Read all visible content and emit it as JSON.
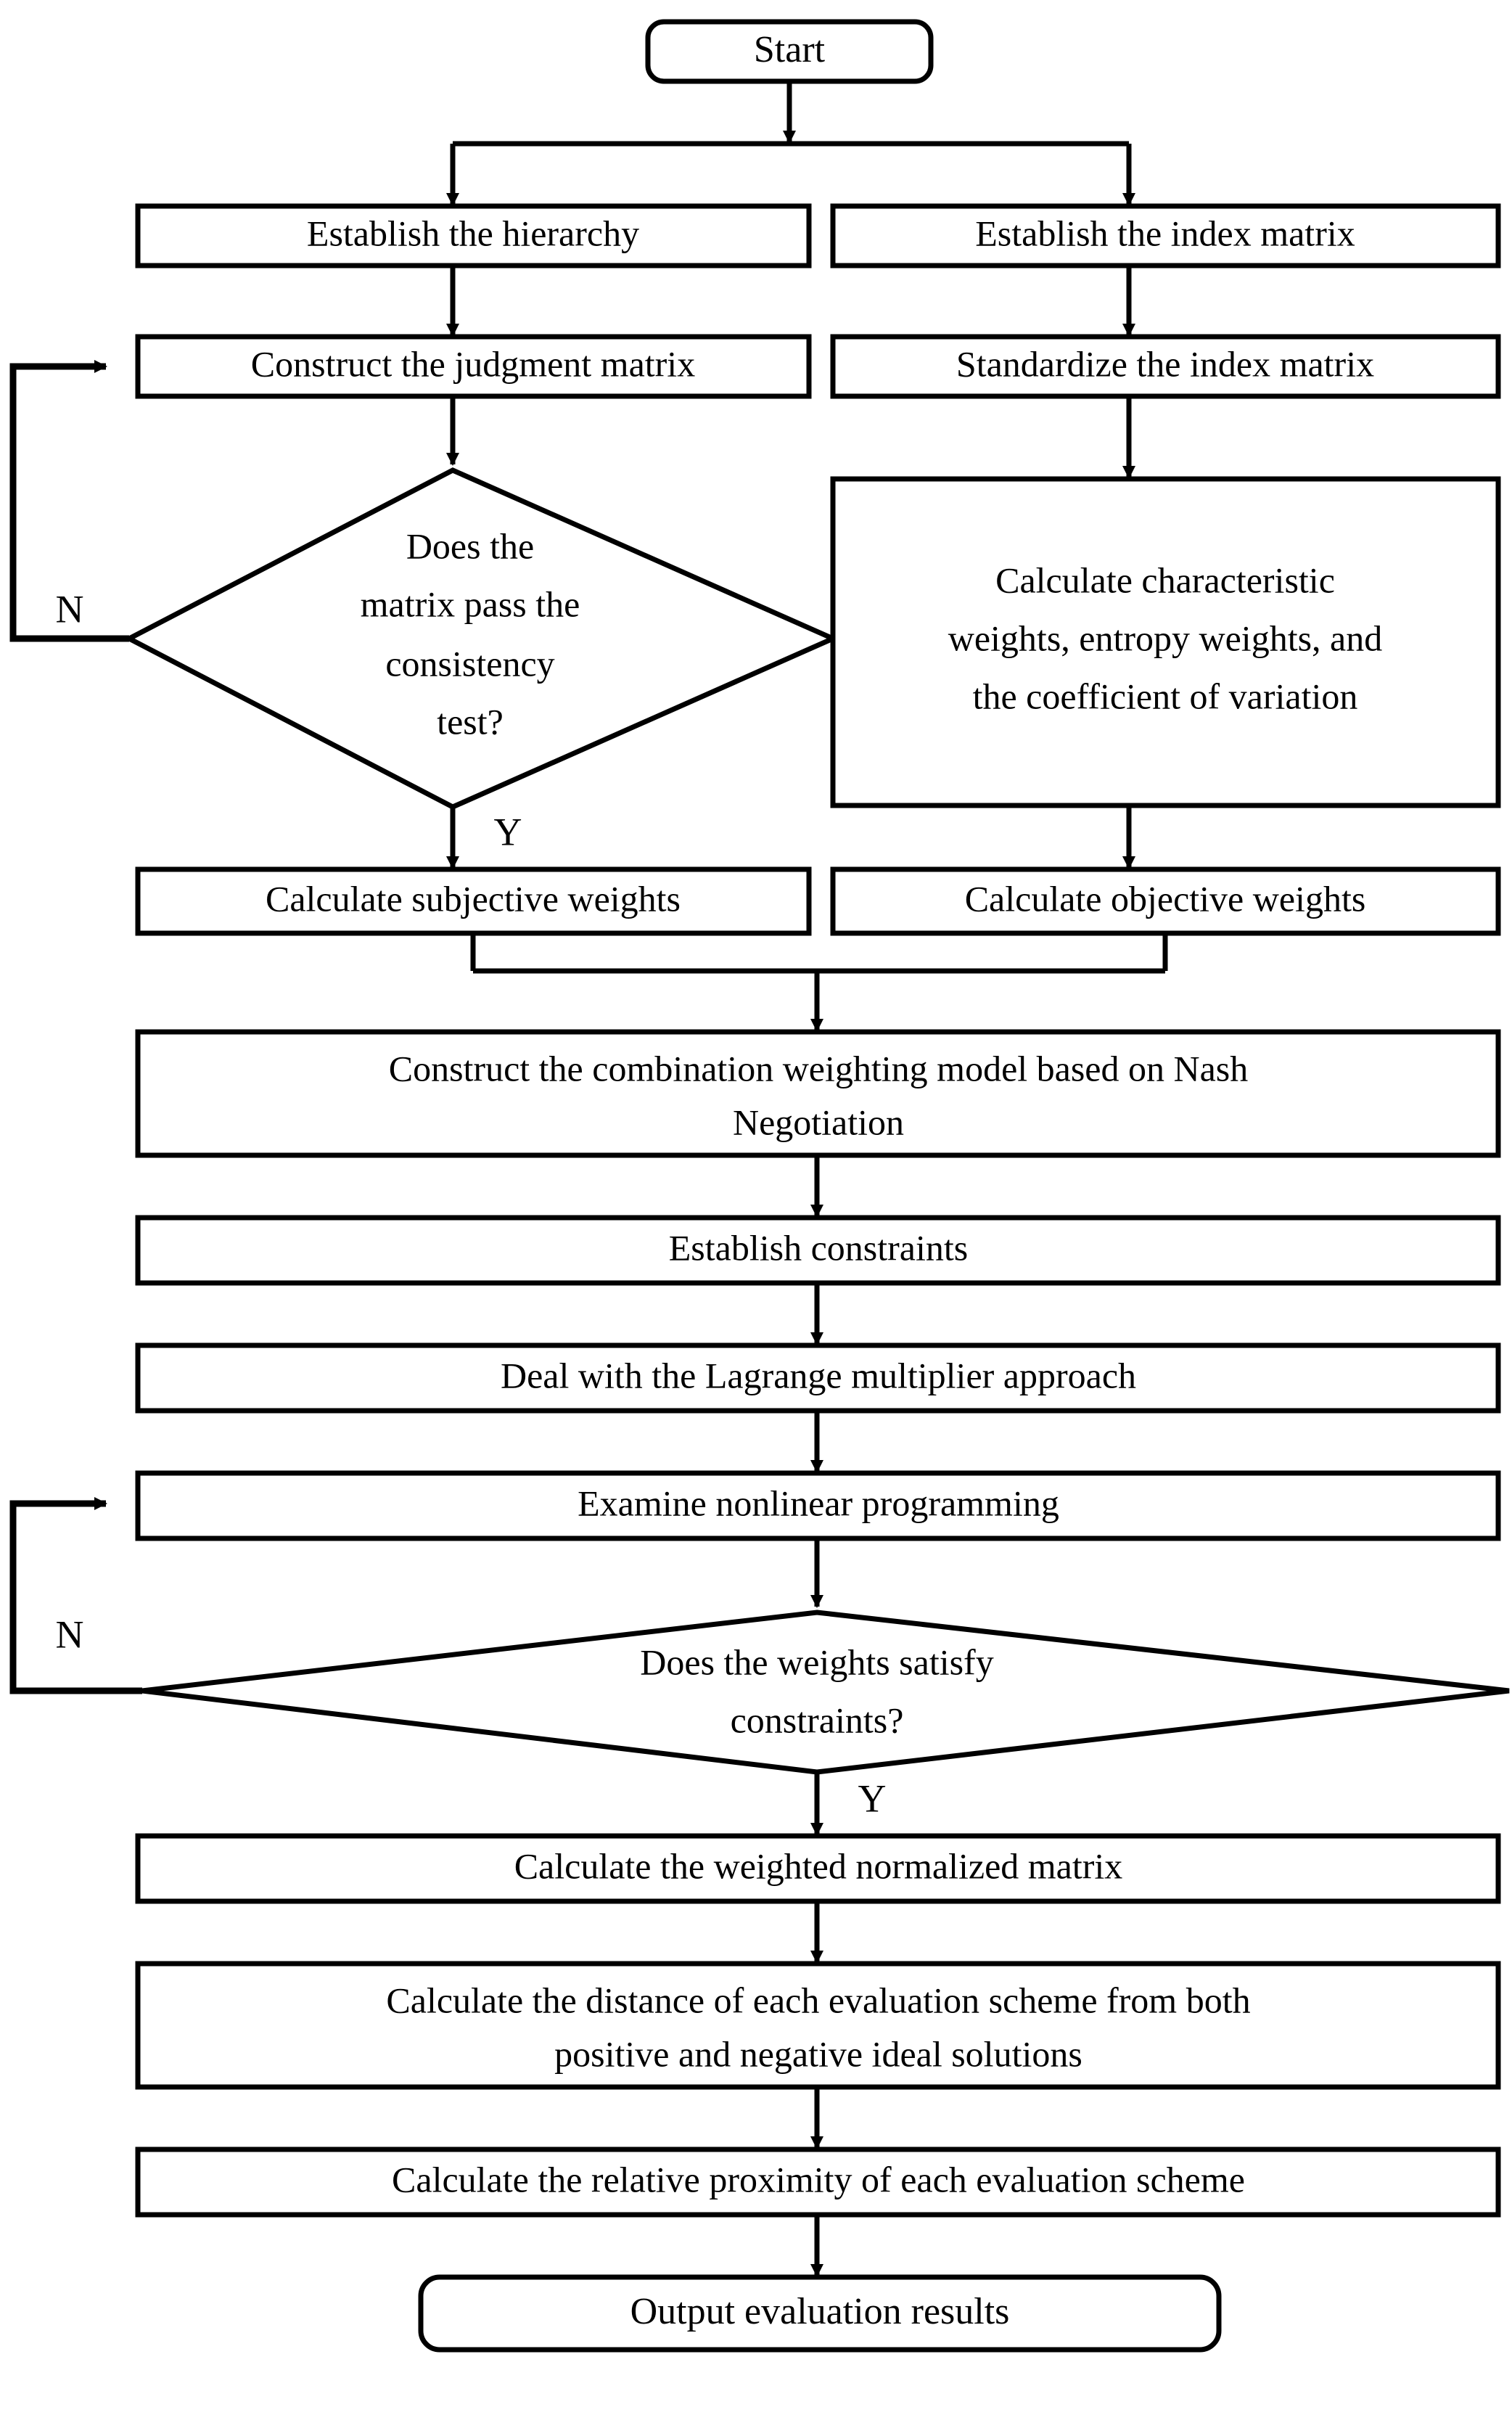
{
  "diagram": {
    "type": "flowchart",
    "title": "Combination weighting TOPSIS evaluation flowchart",
    "colors": {
      "stroke": "#000000",
      "fill": "#ffffff",
      "text": "#000000"
    },
    "nodes": {
      "start": {
        "label": "Start",
        "shape": "rounded-terminator"
      },
      "establish_hierarchy": {
        "label": "Establish the hierarchy",
        "shape": "rectangle"
      },
      "establish_index_matrix": {
        "label": "Establish the index matrix",
        "shape": "rectangle"
      },
      "construct_judgment_matrix": {
        "label": "Construct the judgment matrix",
        "shape": "rectangle"
      },
      "standardize_index_matrix": {
        "label": "Standardize the index matrix",
        "shape": "rectangle"
      },
      "consistency_decision": {
        "shape": "diamond",
        "line1": "Does the",
        "line2": "matrix pass the",
        "line3": "consistency",
        "line4": "test?"
      },
      "calculate_characteristic": {
        "shape": "rectangle",
        "line1": "Calculate characteristic",
        "line2": "weights, entropy weights, and",
        "line3": "the coefficient of variation"
      },
      "calculate_subjective": {
        "label": "Calculate subjective weights",
        "shape": "rectangle"
      },
      "calculate_objective": {
        "label": "Calculate objective weights",
        "shape": "rectangle"
      },
      "combination_weighting": {
        "shape": "rectangle",
        "line1": "Construct the combination weighting model based on Nash",
        "line2": "Negotiation"
      },
      "establish_constraints": {
        "label": "Establish constraints",
        "shape": "rectangle"
      },
      "lagrange": {
        "label": "Deal with the Lagrange multiplier approach",
        "shape": "rectangle"
      },
      "examine_nonlinear": {
        "label": "Examine nonlinear programming",
        "shape": "rectangle"
      },
      "constraints_decision": {
        "shape": "diamond",
        "line1": "Does the weights satisfy",
        "line2": "constraints?"
      },
      "weighted_normalized": {
        "label": "Calculate the weighted normalized matrix",
        "shape": "rectangle"
      },
      "distance": {
        "shape": "rectangle",
        "line1": "Calculate the distance of each evaluation scheme from both",
        "line2": "positive and negative ideal solutions"
      },
      "relative_proximity": {
        "label": "Calculate the relative proximity of each evaluation scheme",
        "shape": "rectangle"
      },
      "output": {
        "label": "Output evaluation results",
        "shape": "rounded-terminator"
      }
    },
    "edge_labels": {
      "consistency_no": "N",
      "consistency_yes": "Y",
      "constraints_no": "N",
      "constraints_yes": "Y"
    }
  }
}
